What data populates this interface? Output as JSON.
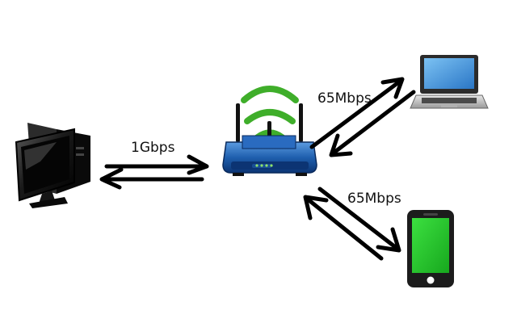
{
  "diagram": {
    "links": [
      {
        "id": "router-desktop",
        "label": "1Gbps"
      },
      {
        "id": "router-laptop",
        "label": "65Mbps"
      },
      {
        "id": "router-phone",
        "label": "65Mbps"
      }
    ],
    "devices": [
      {
        "id": "desktop",
        "icon": "desktop-computer-icon"
      },
      {
        "id": "router",
        "icon": "wireless-router-icon"
      },
      {
        "id": "laptop",
        "icon": "laptop-icon"
      },
      {
        "id": "phone",
        "icon": "smartphone-icon"
      }
    ],
    "colors": {
      "arrow": "#000000",
      "wifi_waves": "#3fae2a",
      "router_body": "#1f5fae",
      "phone_screen": "#22c42a",
      "laptop_screen": "#3a8fd6"
    }
  }
}
